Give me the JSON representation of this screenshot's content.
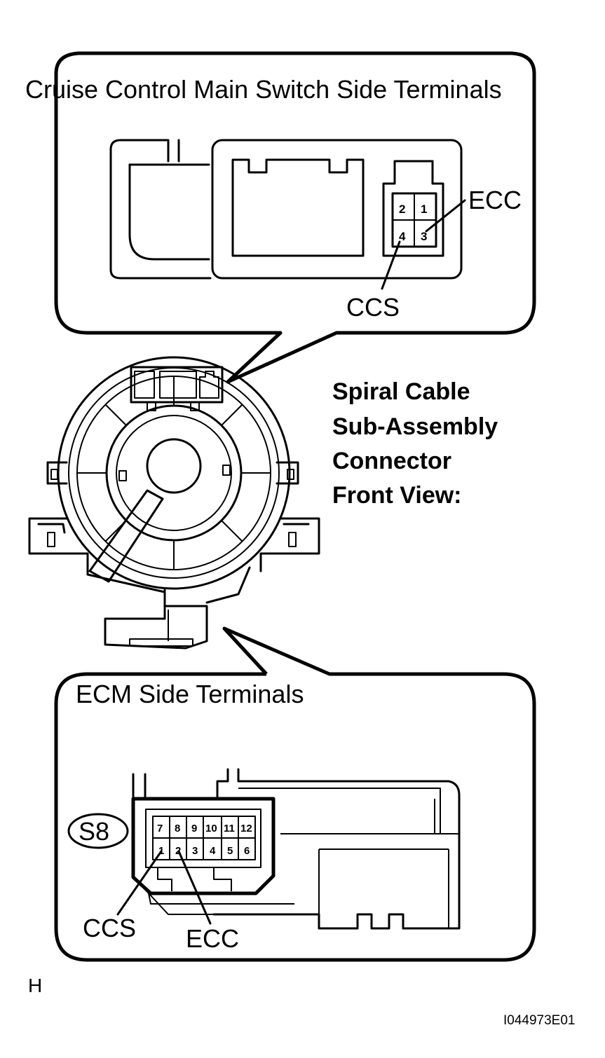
{
  "top_callout": {
    "title": "Cruise Control Main Switch Side Terminals",
    "pins": [
      "2",
      "1",
      "4",
      "3"
    ],
    "label_ecc": "ECC",
    "label_ccs": "CCS"
  },
  "connector_caption": {
    "line1": "Spiral Cable",
    "line2": "Sub-Assembly",
    "line3": "Connector",
    "line4": "Front View:"
  },
  "bottom_callout": {
    "title": "ECM Side Terminals",
    "connector_id": "S8",
    "pins_top": [
      "7",
      "8",
      "9",
      "10",
      "11",
      "12"
    ],
    "pins_bottom": [
      "1",
      "2",
      "3",
      "4",
      "5",
      "6"
    ],
    "label_ccs": "CCS",
    "label_ecc": "ECC"
  },
  "footer": {
    "corner_mark": "H",
    "figure_id": "I044973E01"
  }
}
